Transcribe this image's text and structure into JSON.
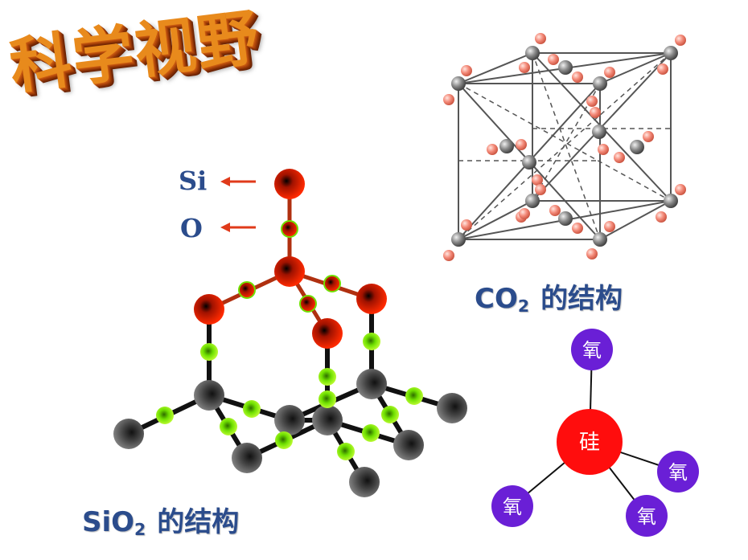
{
  "title": "科学视野",
  "structure_labels": {
    "si": "Si",
    "o": "O"
  },
  "co2_caption": {
    "formula_main": "CO",
    "formula_sub": "2",
    "rest": "的结构"
  },
  "sio2_caption": {
    "formula_main": "SiO",
    "formula_sub": "2",
    "rest": "的结构"
  },
  "tetrahedron": {
    "center": "硅",
    "oxygen": "氧"
  },
  "colors": {
    "silicon_red": "#e01e00",
    "oxygen_green": "#7cff00",
    "grey_atom": "#555555",
    "purple_atom": "#6a1fd6",
    "caption_blue": "#2b4c8c",
    "arrow_red": "#e03a1a"
  }
}
